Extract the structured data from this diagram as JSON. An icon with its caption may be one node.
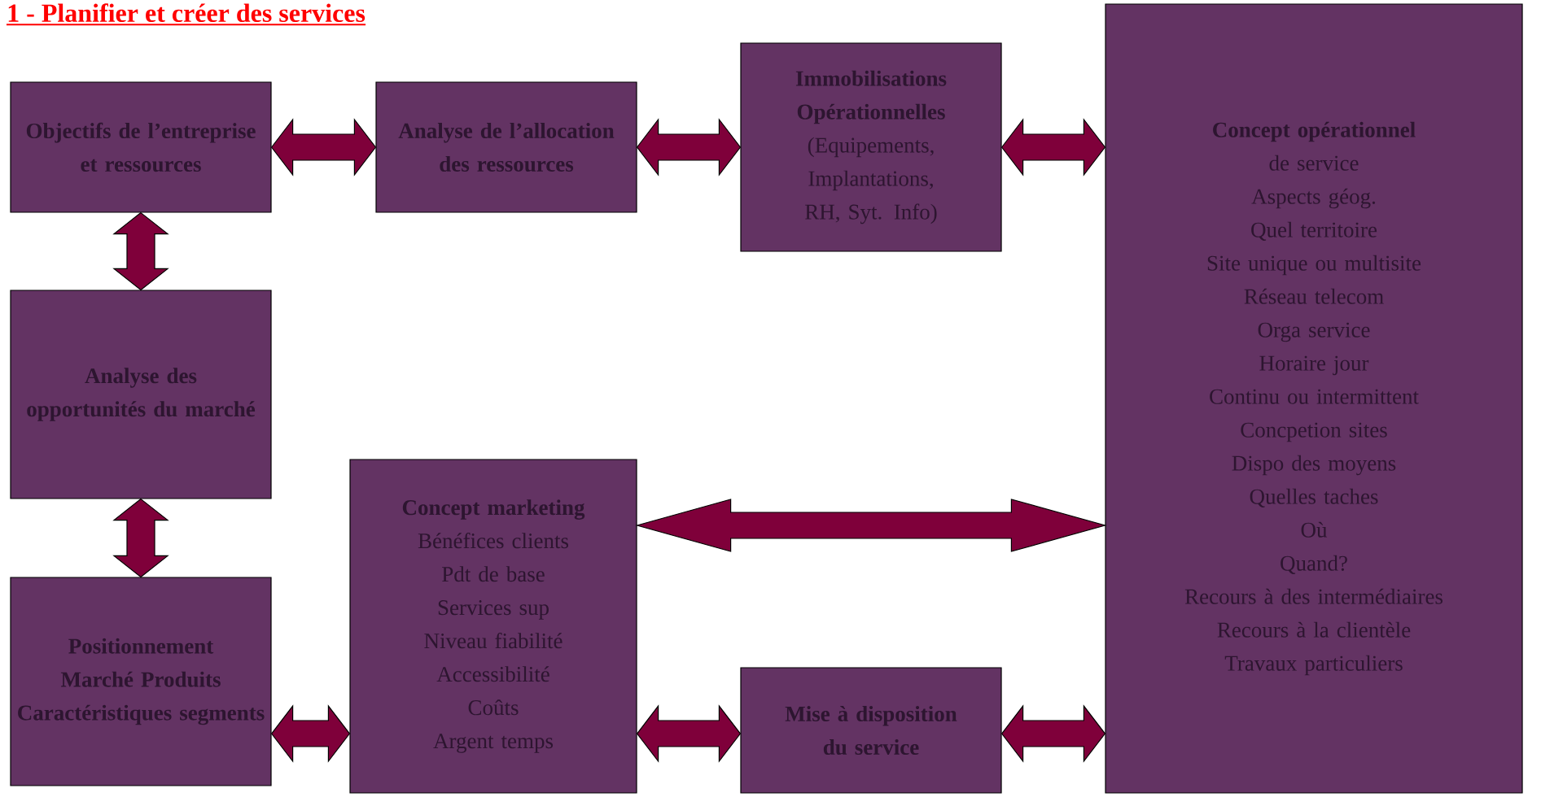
{
  "diagram": {
    "title": "1 - Planifier et créer des services",
    "nodes": [
      {
        "text": [
          "Objectifs de l’entreprise et ressources"
        ]
      },
      {
        "text": [
          "Analyse de l’allocation des ressources"
        ]
      },
      {
        "text": [
          "Immobilisations Opérationnelles",
          "(Equipements, Implantations, RH, Syt. Info)"
        ]
      },
      {
        "text": [
          "Concept opérationnel",
          "de service",
          "Aspects géog.",
          "Quel territoire",
          "Site unique ou multisite",
          "Réseau telecom",
          "Orga service",
          "Horaire jour",
          "Continu ou intermittent",
          "Concpetion sites",
          "Dispo des moyens",
          "Quelles taches",
          "Où",
          "Quand?",
          "Recours à des intermédiaires",
          "Recours à la clientèle",
          "Travaux particuliers"
        ]
      },
      {
        "text": [
          "Analyse des opportunités du marché"
        ]
      },
      {
        "text": [
          "Positionnement Marché Produits Caractéristiques segments"
        ]
      },
      {
        "text": [
          "Concept marketing",
          "Bénéfices clients",
          "Pdt de base",
          "Services sup",
          "Niveau fiabilité",
          "Accessibilité",
          "Coûts",
          "Argent temps"
        ]
      },
      {
        "text": [
          "Mise à disposition du service"
        ]
      }
    ],
    "edges": [
      {
        "from": 0,
        "to": 1,
        "arrow": "both"
      },
      {
        "from": 1,
        "to": 2,
        "arrow": "both"
      },
      {
        "from": 2,
        "to": 3,
        "arrow": "both"
      },
      {
        "from": 0,
        "to": 4,
        "arrow": "both"
      },
      {
        "from": 4,
        "to": 5,
        "arrow": "both"
      },
      {
        "from": 5,
        "to": 6,
        "arrow": "both"
      },
      {
        "from": 6,
        "to": 3,
        "arrow": "both"
      },
      {
        "from": 6,
        "to": 7,
        "arrow": "both"
      },
      {
        "from": 7,
        "to": 3,
        "arrow": "both"
      }
    ]
  }
}
